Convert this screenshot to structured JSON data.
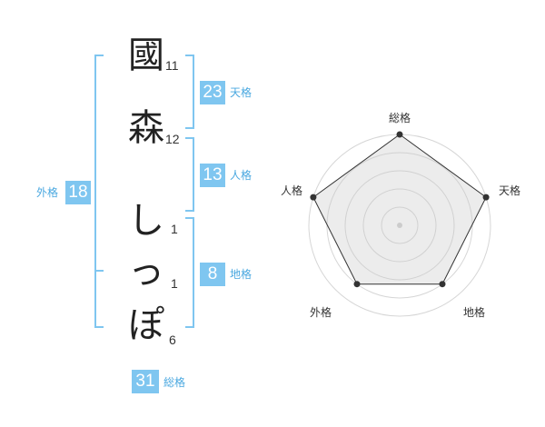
{
  "name": {
    "chars": [
      {
        "char": "國",
        "strokes": "11"
      },
      {
        "char": "森",
        "strokes": "12"
      },
      {
        "char": "し",
        "strokes": "1"
      },
      {
        "char": "っ",
        "strokes": "1"
      },
      {
        "char": "ぽ",
        "strokes": "6"
      }
    ]
  },
  "fortunes": {
    "tenkaku": {
      "value": "23",
      "label": "天格"
    },
    "jinkaku": {
      "value": "13",
      "label": "人格"
    },
    "chikaku": {
      "value": "8",
      "label": "地格"
    },
    "gaikaku": {
      "value": "18",
      "label": "外格"
    },
    "soukaku": {
      "value": "31",
      "label": "総格"
    }
  },
  "chart_data": {
    "type": "radar",
    "axes": [
      "総格",
      "天格",
      "地格",
      "外格",
      "人格"
    ],
    "values": [
      5,
      5,
      4,
      4,
      5
    ],
    "max": 5,
    "rings": 5,
    "colors": {
      "accent": "#7fc6f0",
      "fill": "#eeeeee",
      "line": "#333333"
    }
  }
}
